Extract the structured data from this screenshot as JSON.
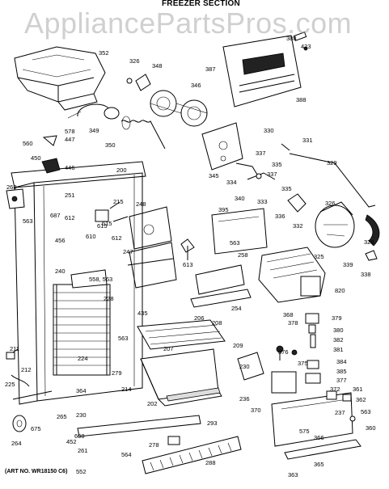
{
  "header": {
    "title": "FREEZER SECTION"
  },
  "watermark": "AppliancePartsPros.com",
  "footer": {
    "art_no": "(ART NO. WR18150 C6)"
  },
  "labels": [
    "352",
    "326",
    "348",
    "387",
    "388",
    "423",
    "388",
    "346",
    "578",
    "447",
    "349",
    "560",
    "350",
    "450",
    "446",
    "330",
    "331",
    "337",
    "335",
    "329",
    "268",
    "251",
    "200",
    "215",
    "615",
    "248",
    "395",
    "340",
    "333",
    "337",
    "335",
    "612",
    "687",
    "610",
    "612",
    "563",
    "326",
    "563",
    "615",
    "345",
    "334",
    "332",
    "336",
    "456",
    "240",
    "558, 563",
    "258",
    "613",
    "328",
    "228",
    "247",
    "325",
    "820",
    "339",
    "338",
    "435",
    "254",
    "368",
    "378",
    "379",
    "380",
    "382",
    "381",
    "384",
    "385",
    "377",
    "206",
    "208",
    "376",
    "375",
    "207",
    "563",
    "209",
    "211",
    "224",
    "230",
    "212",
    "225",
    "279",
    "214",
    "236",
    "370",
    "372",
    "361",
    "362",
    "563",
    "364",
    "230",
    "202",
    "237",
    "675",
    "265",
    "293",
    "278",
    "264",
    "452",
    "608",
    "261",
    "366",
    "575",
    "564",
    "360",
    "288",
    "363",
    "552",
    "365"
  ]
}
